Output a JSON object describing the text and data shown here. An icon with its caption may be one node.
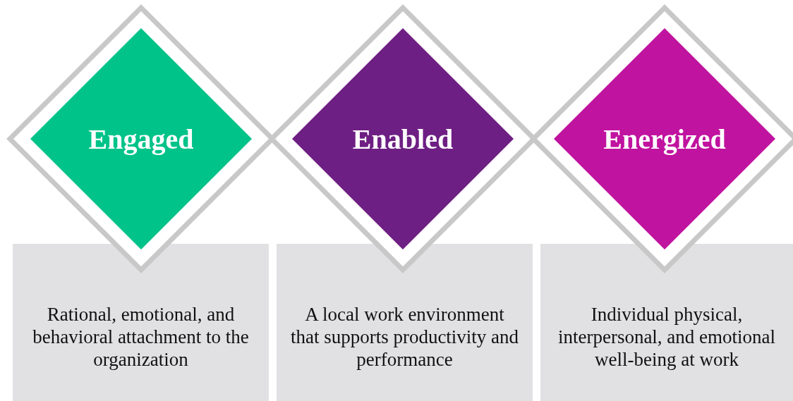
{
  "diagram": {
    "nodes": [
      {
        "text": [
          "Engaged"
        ]
      },
      {
        "text": [
          "Rational, emotional, and behavioral attachment to the organization"
        ]
      },
      {
        "text": [
          "Enabled"
        ]
      },
      {
        "text": [
          "A local work environment that supports productivity and performance"
        ]
      },
      {
        "text": [
          "Energized"
        ]
      },
      {
        "text": [
          "Individual physical, interpersonal, and emotional well-being at work"
        ]
      }
    ]
  }
}
